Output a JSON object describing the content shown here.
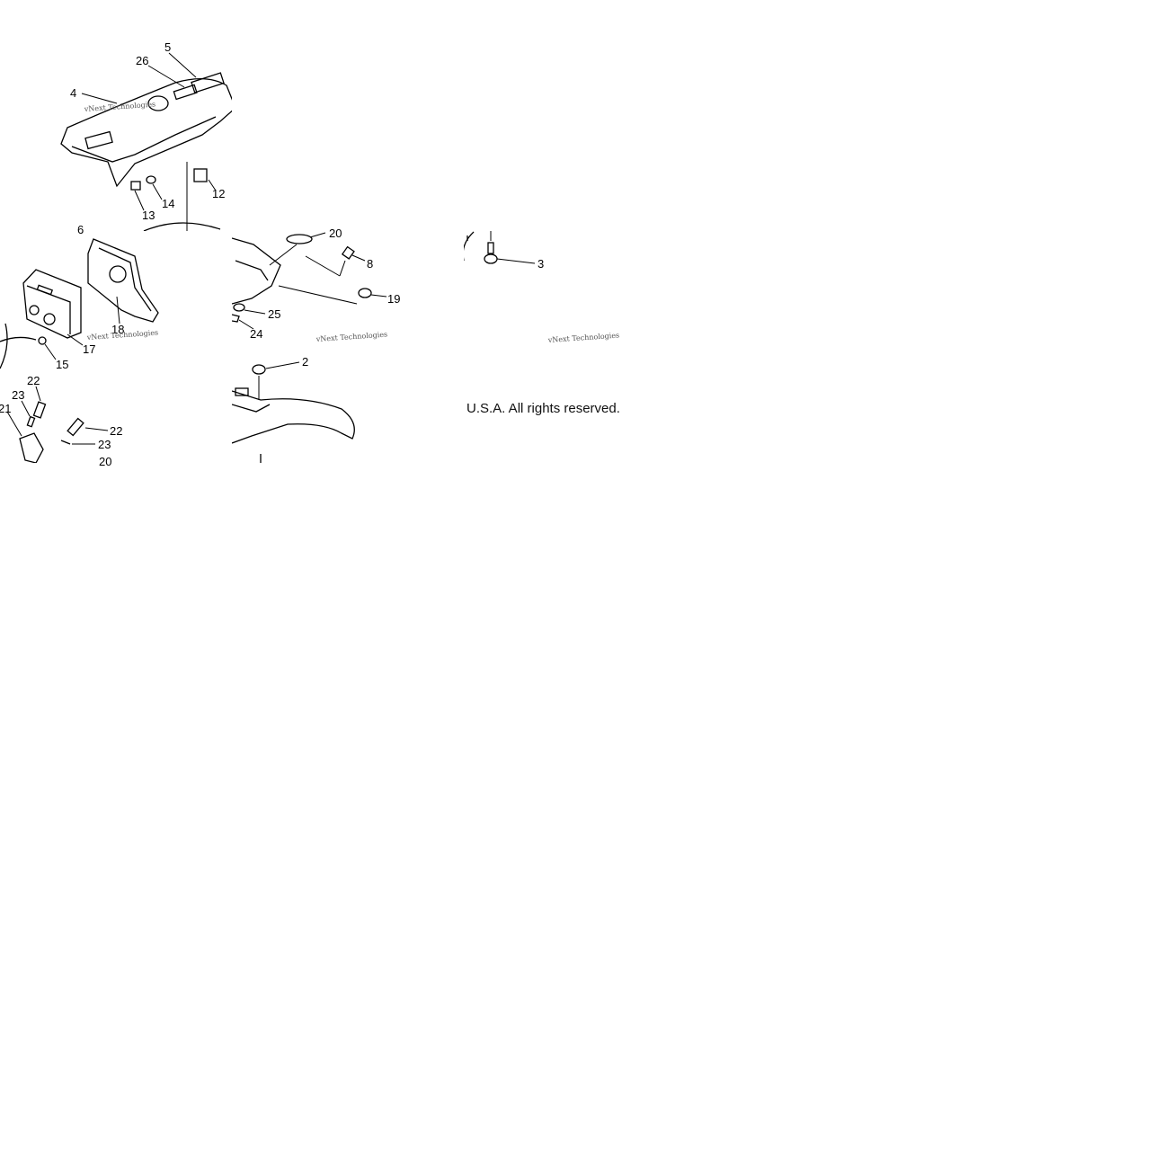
{
  "callouts": [
    "5",
    "26",
    "4",
    "12",
    "13",
    "14",
    "6",
    "20",
    "8",
    "3",
    "19",
    "25",
    "24",
    "18",
    "17",
    "15",
    "22",
    "23",
    "21",
    "22",
    "23",
    "20",
    "2"
  ],
  "watermark": "vNext Technologies",
  "copyright": "U.S.A. All rights reserved."
}
